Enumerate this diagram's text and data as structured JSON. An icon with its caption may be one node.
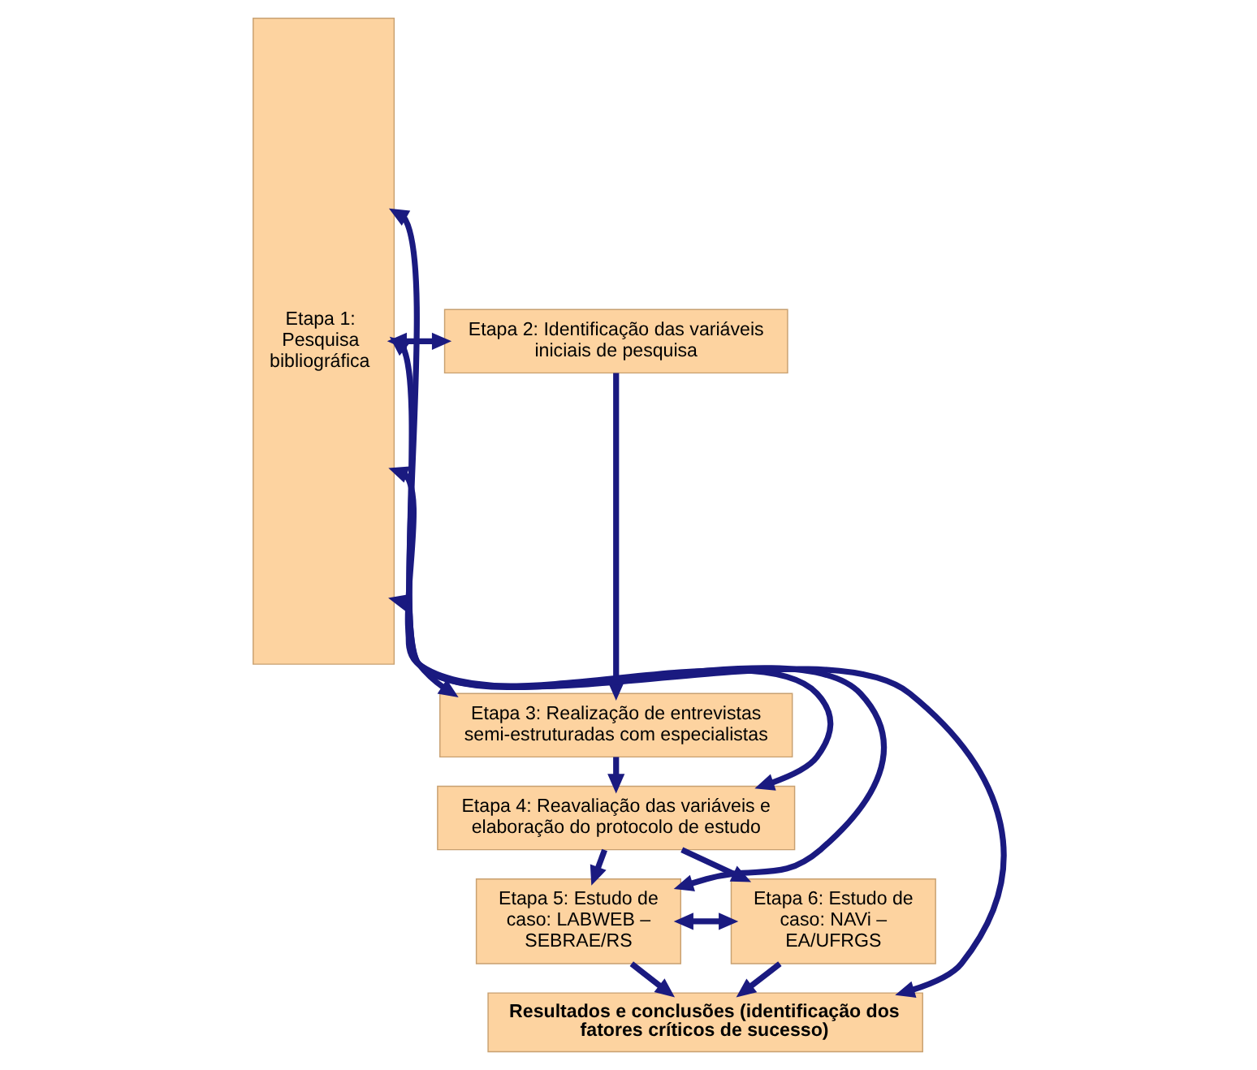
{
  "diagram": {
    "nodes": [
      {
        "text": [
          "Etapa 1: Pesquisa bibliográfica"
        ]
      },
      {
        "text": [
          "Etapa 2: Identificação das variáveis iniciais de pesquisa"
        ]
      },
      {
        "text": [
          "Etapa 3: Realização de entrevistas semi-estruturadas com especialistas"
        ]
      },
      {
        "text": [
          "Etapa 4: Reavaliação das variáveis e elaboração do protocolo de estudo"
        ]
      },
      {
        "text": [
          "Etapa 5: Estudo de caso: LABWEB – SEBRAE/RS"
        ]
      },
      {
        "text": [
          "Etapa 6: Estudo de caso: NAVi – EA/UFRGS"
        ]
      },
      {
        "text": [
          "Resultados e conclusões (identificação dos fatores críticos de sucesso)"
        ]
      }
    ],
    "edges": [
      {
        "from": 1,
        "to": 2,
        "arrow": "to"
      },
      {
        "from": 2,
        "to": 3,
        "arrow": "to"
      },
      {
        "from": 3,
        "to": 4,
        "arrow": "to"
      },
      {
        "from": 3,
        "to": 5,
        "arrow": "to"
      },
      {
        "from": 4,
        "to": 6,
        "arrow": "to"
      },
      {
        "from": 5,
        "to": 6,
        "arrow": "to"
      },
      {
        "from": 0,
        "to": 1,
        "arrow": "both"
      },
      {
        "from": 0,
        "to": 2,
        "arrow": "both"
      },
      {
        "from": 0,
        "to": 3,
        "arrow": "both"
      },
      {
        "from": 0,
        "to": 4,
        "arrow": "both"
      },
      {
        "from": 4,
        "to": 5,
        "arrow": "both"
      },
      {
        "from": 0,
        "to": 6,
        "arrow": "both"
      }
    ]
  }
}
